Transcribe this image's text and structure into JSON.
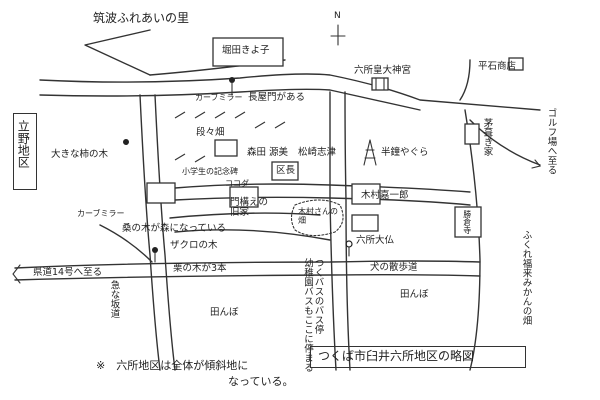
{
  "labels": {
    "tsukuba_sato": "筑波ふれあいの里",
    "north": "N",
    "hotta": "堀田きよ子",
    "nagayamon": "長屋門がある",
    "curve_mirror": "カーブミラー",
    "rokusho_shrine": "六所皇大神宮",
    "hiraishi_shop": "平石商店",
    "tateno_area": "立野地区",
    "big_persimmon": "大きな柿の木",
    "dandan_field": "段々畑",
    "morita": "森田 源美",
    "matsuzaki": "松崎志津",
    "hanshou": "半鐘やぐら",
    "kayabuki_house": "茅葺き家",
    "golf_course": "ゴルフ場へ至る",
    "novelist_monument": "小学生の記念碑",
    "kokoda": "ココダ",
    "kucho": "区長",
    "kimura_kaichiro": "木村嘉一郎",
    "mongamae_kyuka": "門構えの旧家",
    "kimura_field": "木村さんの畑",
    "kuwanoki": "桑の木が森になっている",
    "kanaiji": "勝倉寺",
    "zakuro": "ザクロの木",
    "rokusho_oomura": "六所大仏",
    "fukurai": "ふくれ福来みかんの畑",
    "pref_road": "県道14号へ至る",
    "kuri": "栗の木が3本",
    "inu_sanpo": "犬の散歩道",
    "steep_slope": "急な坂道",
    "bus_stop": "つくバスのバス停",
    "kindergarten_bus": "幼稚園バスもここに停まる",
    "paddy1": "田んぼ",
    "paddy2": "田んぼ",
    "title": "つくば市臼井六所地区の略図",
    "note_line1": "※　六所地区は全体が傾斜地に",
    "note_line2": "なっている。"
  }
}
